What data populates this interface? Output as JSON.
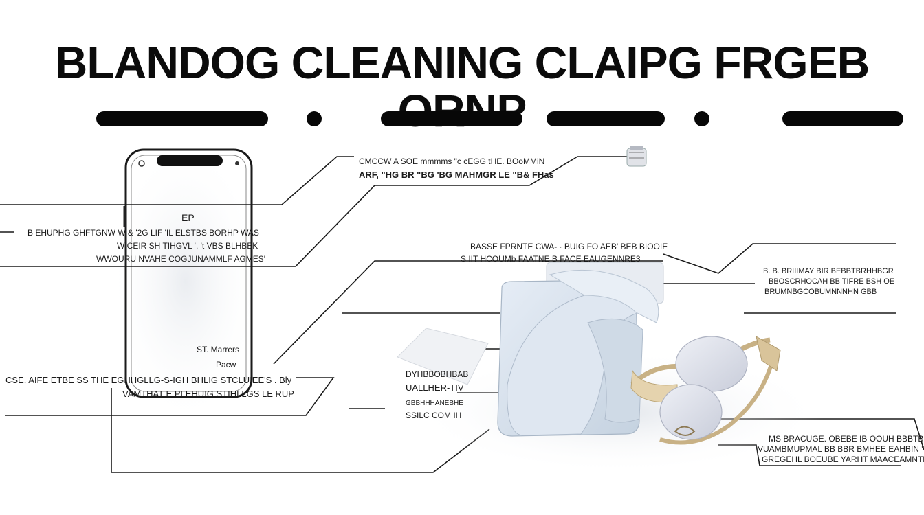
{
  "title": "BLANDOG CLEANING CLAIPG FRGEB ORNP",
  "labels": {
    "top_center": [
      "CMCCW A SOE mmmms \"c cEGG tHE. BOoMMiN",
      "ARF, \"HG BR \"BG 'BG MAHMGR LE \"B& FHas"
    ],
    "phone_screen_symbol": "EP",
    "left_mid": [
      "B EHUPHG GHFTGNW W & '2G LIF 'IL ELSTBS BORHP WAS",
      "WICEIR SH TIHGVL ', 't VBS BLHBEK",
      "WWOURU NVAHE COGJUNAMMLF AGMES'"
    ],
    "phone_lower": [
      "ST. Marrers",
      "Pacw"
    ],
    "left_lower": [
      "CSE. AIFE ETBE SS THE EGHHGLLG-S-IGH BHLIG STCLUIEE'S . Bly",
      "VAMTHAT E PLEHUIG,STIHLLGS LE RUP"
    ],
    "center_mid": [
      "BASSE FPRNTE CWA- · BUIG FO AEB' BEB BIOOIE",
      "S IIT HCOUMb FAATNE B FACE EAUGENNRE3"
    ],
    "right_mid": [
      "B. B. BRIIIMAY BIR BEBBTBRHHBGR",
      "BBOSCRHOCAH BB TIFRE BSH OE",
      "BRUMNBGCOBUMNNNHN GBB"
    ],
    "cloth_label": [
      "DYHBBOBHBAB",
      "UALLHER-TIV",
      "GBBHHHANEBHE",
      "SSILC COM IH"
    ],
    "right_lower": [
      "MS BRACUGE. OBEBE IB OOUH BBBTB I TIBE",
      "VUAMBMUPMAL BB BBR BMHEE EAHBIN 'TBBOBH",
      "GREGEHL BOEUBE YARHT MAACEAMNTHE'SE"
    ]
  },
  "colors": {
    "ink": "#070707",
    "cloth": "#dbe5f0",
    "cloth_shadow": "#b8c6d6",
    "pad": "#d6d9e4",
    "strap": "#c8b185"
  },
  "icons": [
    "smartphone-icon",
    "cleaning-cloth-icon",
    "cleaning-pad-icon",
    "spray-bottle-icon"
  ]
}
